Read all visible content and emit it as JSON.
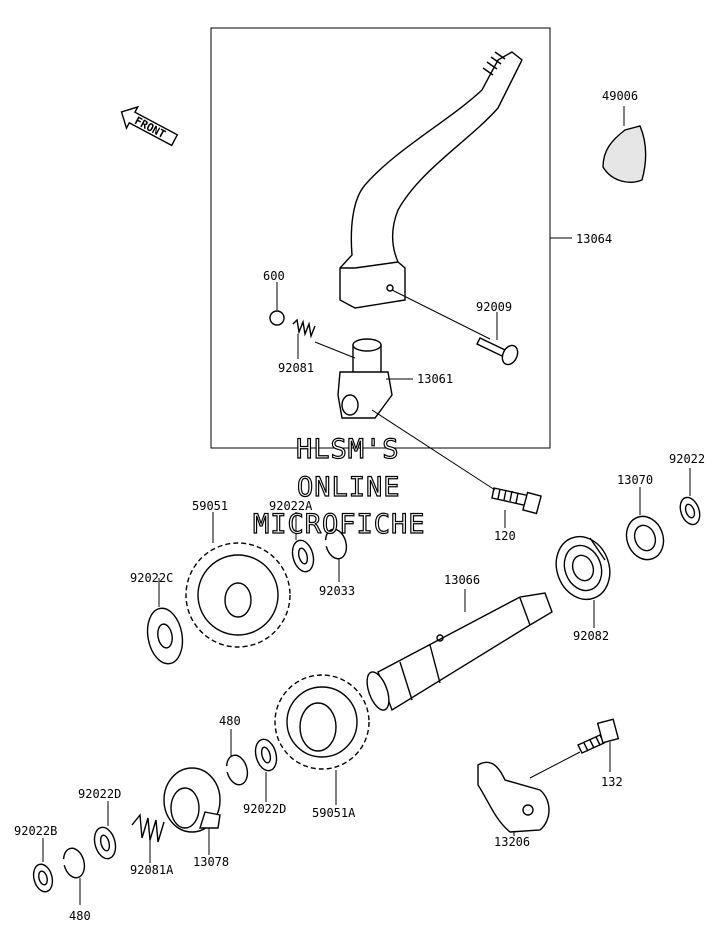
{
  "orientation": {
    "front_label": "FRONT",
    "icon": "front-arrow-icon"
  },
  "watermark": {
    "line1": "HLSM'S",
    "line2": "ONLINE",
    "line3": "MICROFICHE"
  },
  "parts": {
    "p49006": "49006",
    "p13064": "13064",
    "p600": "600",
    "p92009": "92009",
    "p92081": "92081",
    "p13061": "13061",
    "p120": "120",
    "p92022": "92022",
    "p13070": "13070",
    "p59051": "59051",
    "p92022A": "92022A",
    "p92033": "92033",
    "p92022C": "92022C",
    "p13066": "13066",
    "p92082": "92082",
    "p480a": "480",
    "p92022D_a": "92022D",
    "p59051A": "59051A",
    "p92022D_b": "92022D",
    "p13078": "13078",
    "p92081A": "92081A",
    "p92022B": "92022B",
    "p480b": "480",
    "p132": "132",
    "p13206": "13206"
  }
}
